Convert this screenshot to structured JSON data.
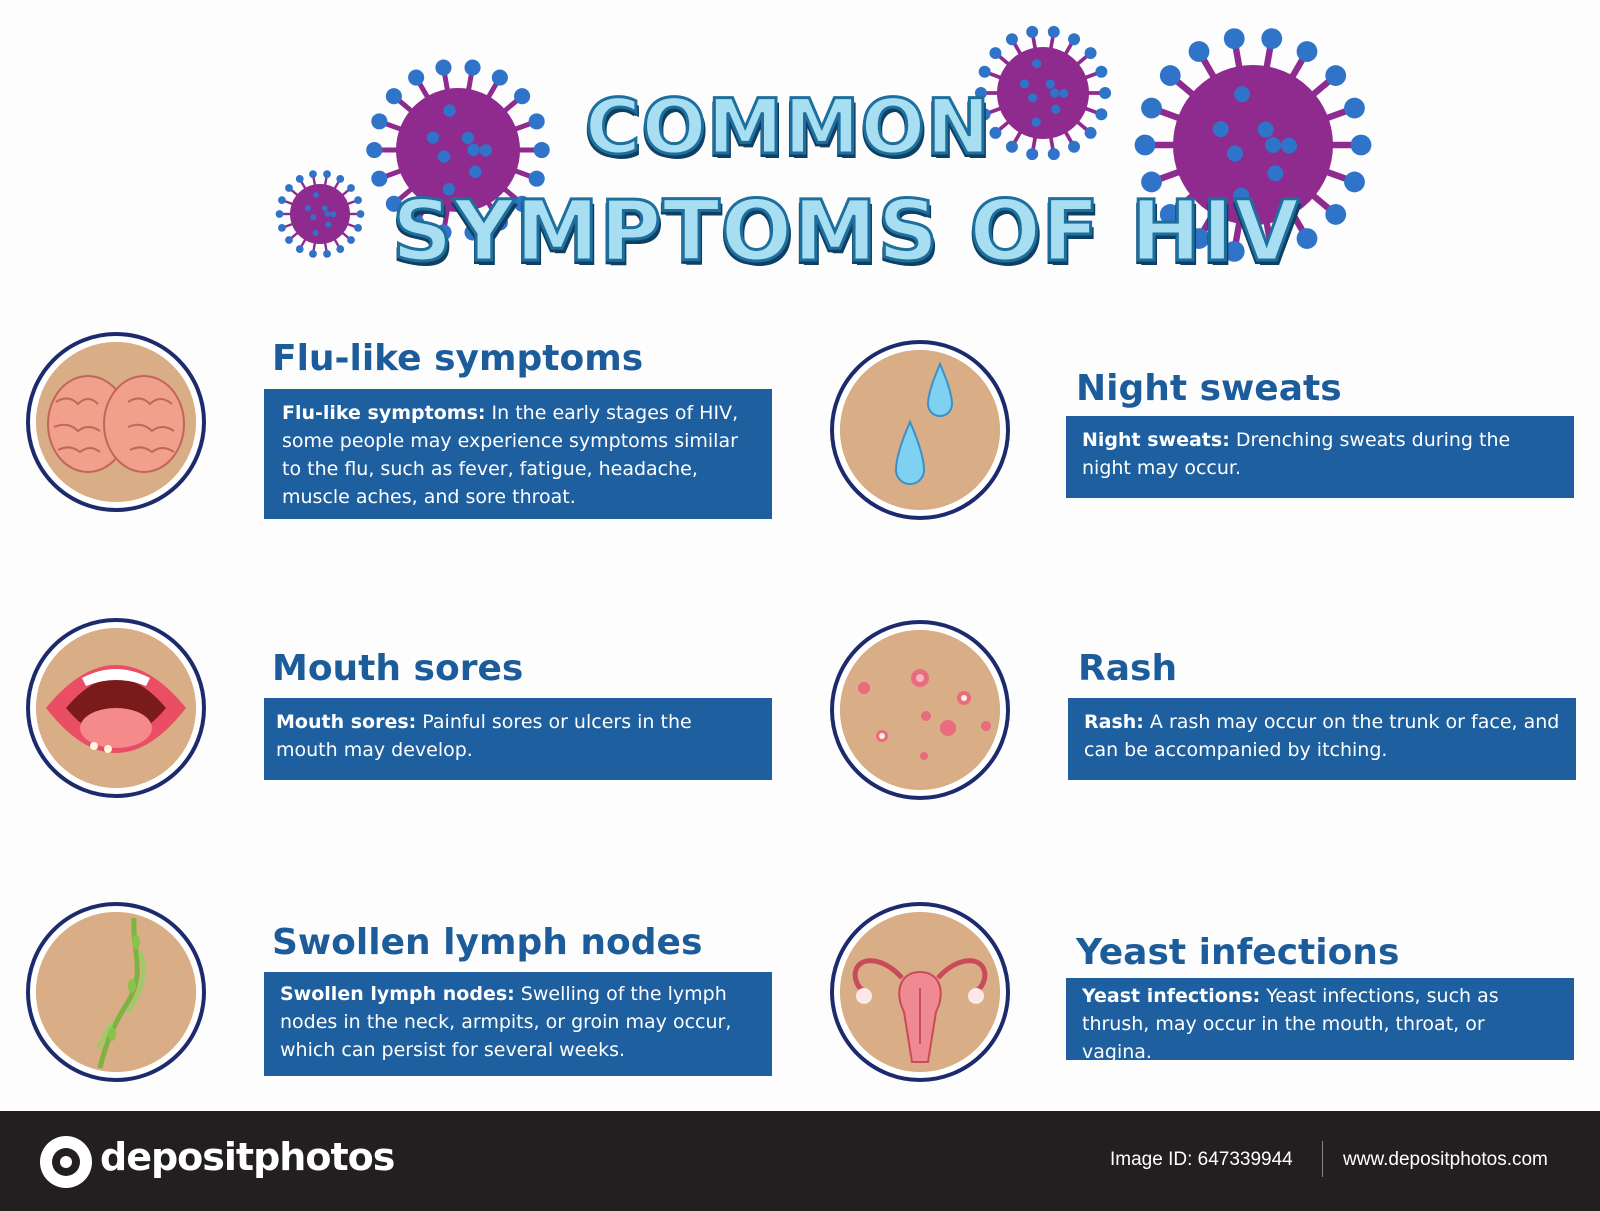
{
  "title": {
    "line1": "COMMON",
    "line2": "SYMPTOMS OF HIV"
  },
  "colors": {
    "heading": "#1c5c9a",
    "box": "#1e5f9f",
    "skin": "#d9ad86",
    "circle_border": "#1e2a6e",
    "virus_body": "#8f2a8e",
    "virus_spike": "#2f74c8",
    "footer_bg": "#231f20"
  },
  "symptoms": [
    {
      "icon": "brain-icon",
      "heading": "Flu-like symptoms",
      "label": "Flu-like symptoms:",
      "text": " In the early stages of HIV, some people may experience symptoms similar to the flu, such as fever, fatigue, headache, muscle aches, and sore throat."
    },
    {
      "icon": "sweat-drops-icon",
      "heading": "Night sweats",
      "label": "Night sweats:",
      "text": " Drenching sweats during the night may occur."
    },
    {
      "icon": "mouth-icon",
      "heading": "Mouth sores",
      "label": "Mouth sores:",
      "text": " Painful sores or ulcers in the mouth may develop."
    },
    {
      "icon": "rash-icon",
      "heading": "Rash",
      "label": "Rash:",
      "text": " A rash may occur on the trunk or face, and can be accompanied by itching."
    },
    {
      "icon": "lymph-vessel-icon",
      "heading": "Swollen lymph nodes",
      "label": "Swollen lymph nodes:",
      "text": " Swelling of the lymph nodes in the neck, armpits, or groin may occur, which can persist for several weeks."
    },
    {
      "icon": "uterus-icon",
      "heading": "Yeast infections",
      "label": "Yeast infections:",
      "text": " Yeast infections, such as thrush, may occur in the mouth, throat, or vagina."
    }
  ],
  "footer": {
    "brand": "depositphotos",
    "image_id": "Image ID: 647339944",
    "site": "www.depositphotos.com"
  }
}
